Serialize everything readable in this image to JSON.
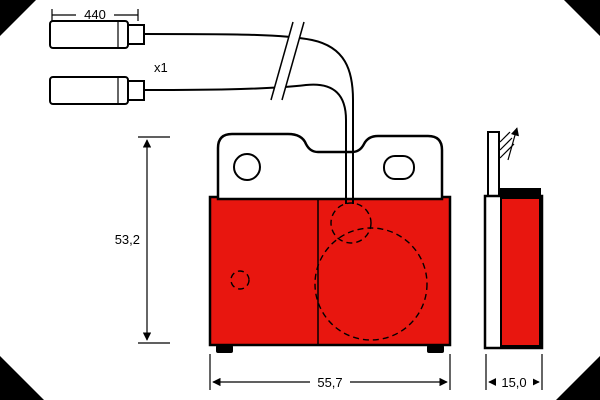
{
  "diagram": {
    "type": "technical-drawing",
    "subject": "disc brake pad set with wear indicator sensors",
    "labels": {
      "sensor_length": "440",
      "sensor_quantity": "x1",
      "height_mm": "53,2",
      "width_mm": "55,7",
      "thickness_mm": "15,0"
    },
    "colors": {
      "friction_material": "#e8160f",
      "line": "#000000",
      "background": "#ffffff"
    }
  }
}
